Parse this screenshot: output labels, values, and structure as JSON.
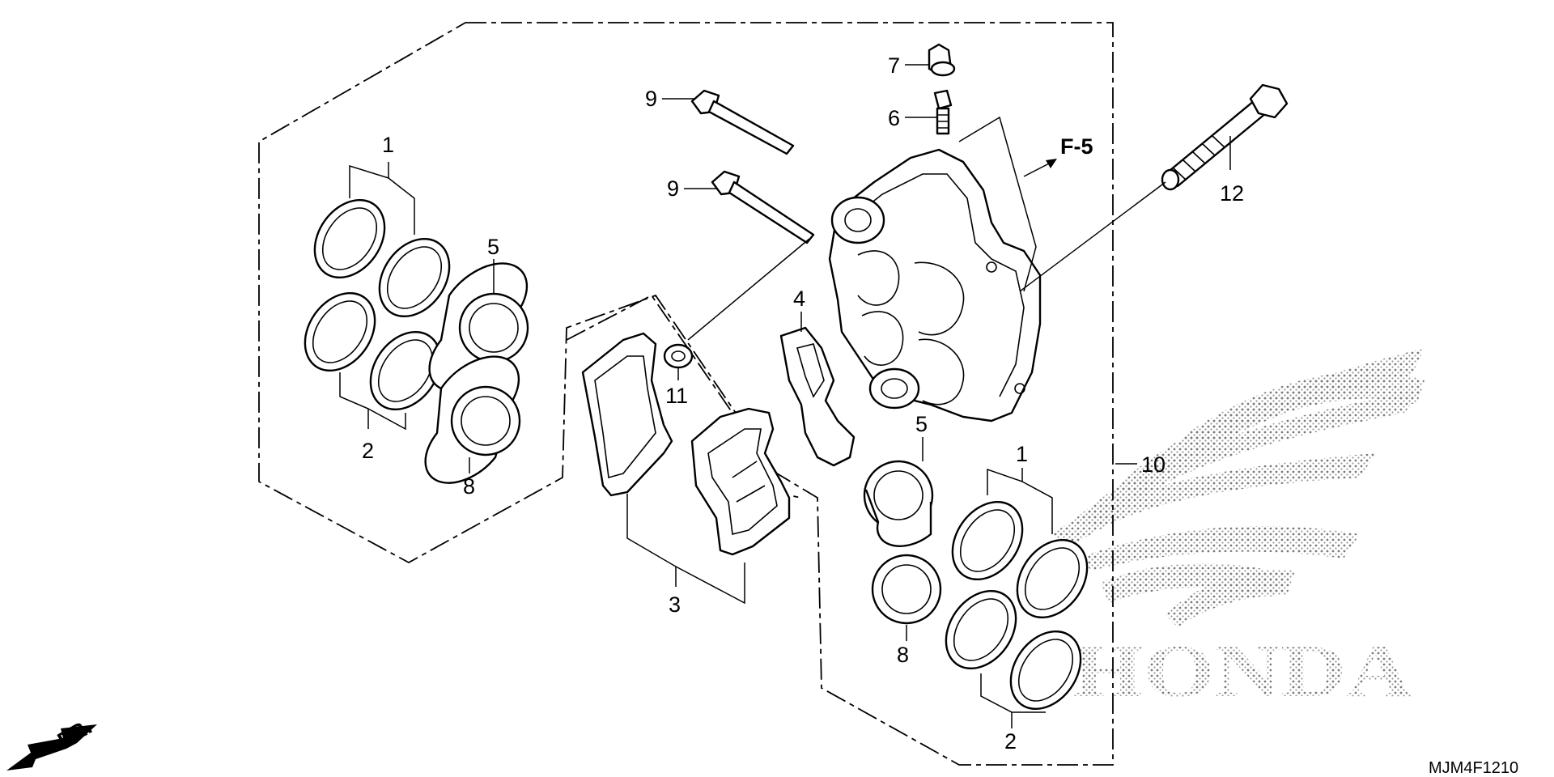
{
  "labels": {
    "p1_top_left": "1",
    "p2_left": "2",
    "p5_left": "5",
    "p8_left": "8",
    "p3": "3",
    "p11": "11",
    "p4": "4",
    "p9_upper": "9",
    "p9_lower": "9",
    "p7": "7",
    "p6": "6",
    "p12": "12",
    "p10": "10",
    "p5_right": "5",
    "p1_right": "1",
    "p8_right": "8",
    "p2_right": "2"
  },
  "reference": "F-5",
  "front_marker": "FR.",
  "diagram_code": "MJM4F1210",
  "logo": {
    "text": "HONDA",
    "style": "halftone-wing"
  },
  "colors": {
    "ink": "#000000",
    "paper": "#ffffff",
    "logo_tone": "#8a8a8a"
  }
}
